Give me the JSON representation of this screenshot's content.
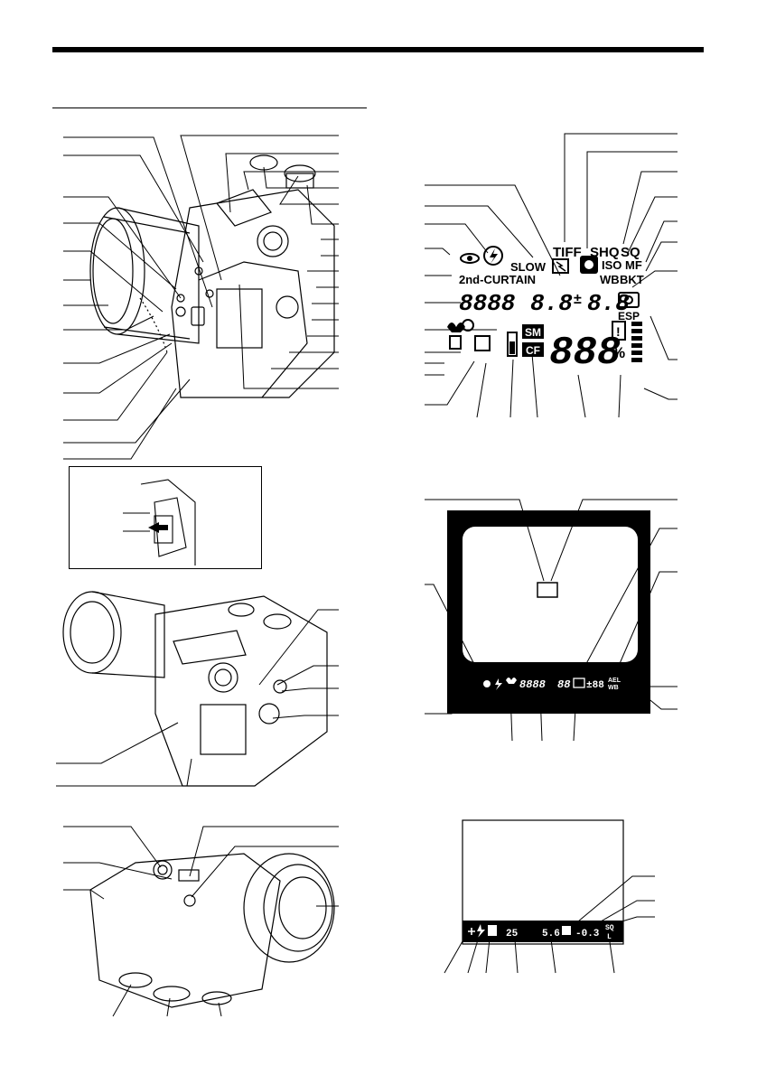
{
  "page": {
    "background": "#ffffff",
    "ink": "#000000"
  },
  "lcd": {
    "quality_row": [
      "TIFF",
      "SHQ",
      "SQ"
    ],
    "slow": "SLOW",
    "curtain": "2nd-CURTAIN",
    "iso": "ISO",
    "mf": "MF",
    "wb": "WB",
    "bkt": "BKT",
    "esp": "ESP",
    "shutter_digits": "8888",
    "aperture_digits": "8.8",
    "exposure_sign": "±",
    "exposure_digits": "8.8",
    "card_sm": "SM",
    "card_cf": "CF",
    "frames_digits": "888",
    "percent": "%",
    "warning": "!"
  },
  "viewfinder": {
    "shutter_digits": "8888",
    "aperture_digits": "88",
    "exposure_digits": "±88",
    "ael": "AEL",
    "wb": "WB"
  },
  "monitor": {
    "shutter": "25",
    "aperture": "5.6",
    "exposure": "-0.3",
    "quality": "SQ",
    "size": "L"
  }
}
